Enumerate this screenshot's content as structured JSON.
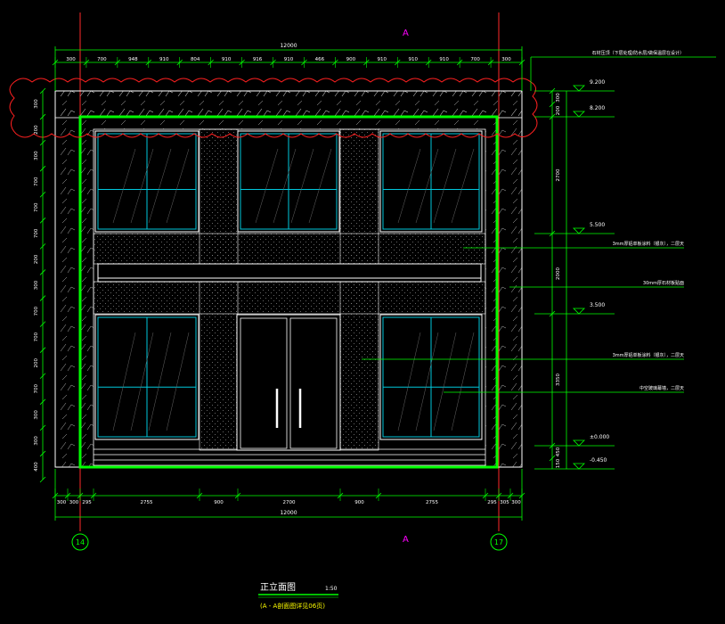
{
  "drawing": {
    "section_marker": "A",
    "axis_left": "14",
    "axis_right": "17",
    "title": "正立面图",
    "scale": "1:50",
    "subtitle": "(A - A剖面图详见06页)"
  },
  "dims_top": {
    "overall": "12000",
    "segments": [
      "300",
      "700",
      "948",
      "910",
      "804",
      "910",
      "916",
      "910",
      "466",
      "900",
      "910",
      "910",
      "910",
      "700",
      "300"
    ]
  },
  "dims_bottom": {
    "overall": "12000",
    "segments": [
      "300",
      "300",
      "295",
      "2755",
      "900",
      "2700",
      "900",
      "2755",
      "295",
      "305",
      "300"
    ]
  },
  "dims_left": [
    "300",
    "200",
    "300",
    "700",
    "700",
    "700",
    "200",
    "300",
    "700",
    "700",
    "200",
    "700",
    "300",
    "300",
    "400"
  ],
  "levels": [
    "9.200",
    "8.200",
    "5.500",
    "3.500",
    "±0.000",
    "-0.450"
  ],
  "level_dims": [
    "300",
    "200",
    "2700",
    "2000",
    "3350",
    "450",
    "150"
  ],
  "notes": [
    "石材压顶（下层处理/防水层/做保温层在设计）",
    "3mm厚铝单板涂料（银灰），二层天",
    "30mm厚石材板贴面",
    "3mm厚铝单板涂料（银灰），二层天",
    "中空玻璃幕墙，二层天"
  ],
  "colors": {
    "background": "#000000",
    "outline": "#ffffff",
    "green_frame": "#00ff00",
    "dims": "#00ff00",
    "glass": "#00c8dc",
    "revision_cloud": "#ff2020",
    "marker": "#ff00ff",
    "axis_line": "#ff0000"
  }
}
